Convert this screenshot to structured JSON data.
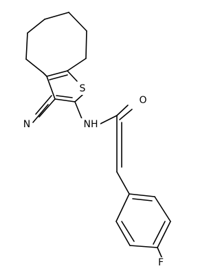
{
  "colors": {
    "bond": "#000000",
    "background": "#ffffff"
  },
  "atom_labels": {
    "S": "S",
    "N_nitrile": "N",
    "NH": "NH",
    "O": "O",
    "F": "F"
  }
}
